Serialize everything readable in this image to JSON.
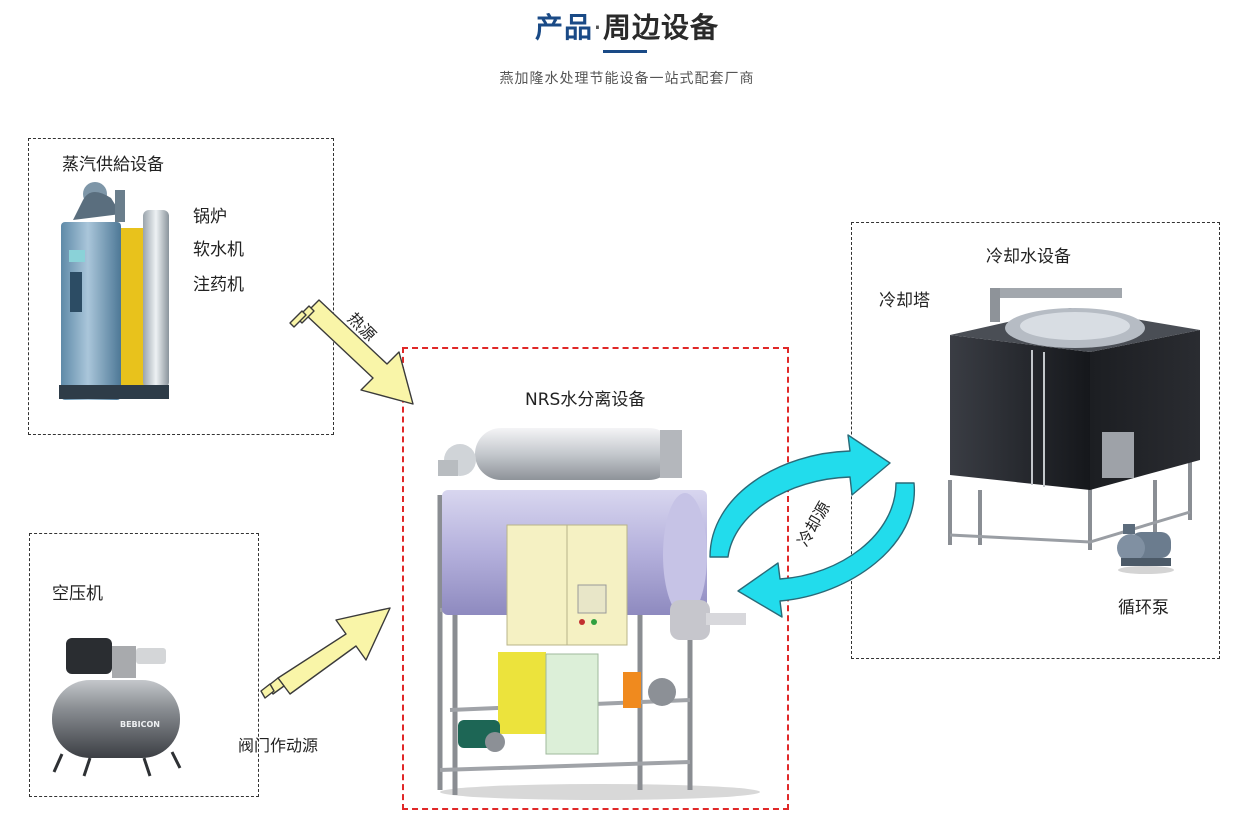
{
  "header": {
    "title_part1": "产品",
    "title_sep": "·",
    "title_part2": "周边设备",
    "subtitle": "燕加隆水处理节能设备一站式配套厂商"
  },
  "steam_group": {
    "title": "蒸汽供給设备",
    "items": [
      "锅炉",
      "软水机",
      "注药机"
    ]
  },
  "air_group": {
    "title": "空压机",
    "brand": "BEBICON"
  },
  "nrs_group": {
    "title": "NRS水分离设备"
  },
  "cooling_group": {
    "title": "冷却水设备",
    "tower_label": "冷却塔",
    "pump_label": "循环泵"
  },
  "arrows": {
    "heat": "热源",
    "valve": "阀门作动源",
    "cooling": "冷却源"
  },
  "colors": {
    "brand_blue": "#1a4a86",
    "arrow_yellow": "#f9f5a8",
    "arrow_cyan": "#22dcec",
    "dashed_red": "#e02828"
  }
}
